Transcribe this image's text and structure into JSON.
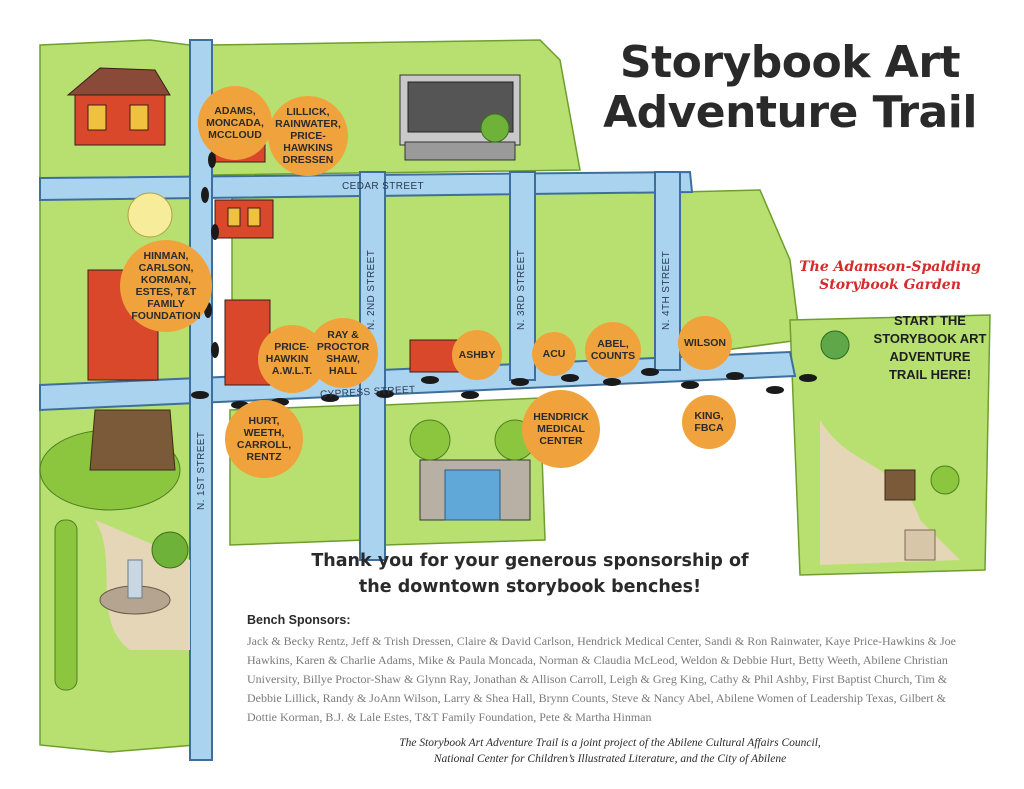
{
  "title": {
    "line1": "Storybook Art",
    "line2": "Adventure Trail"
  },
  "streets": {
    "cedar": "CEDAR STREET",
    "cypress": "CYPRESS STREET",
    "first": "N. 1ST STREET",
    "second": "N. 2ND STREET",
    "third": "N. 3RD STREET",
    "fourth": "N. 4TH STREET"
  },
  "benches": [
    {
      "id": "adams",
      "label": "ADAMS, MONCADA, MCCLOUD"
    },
    {
      "id": "lillick",
      "label": "LILLICK, RAINWATER, PRICE-HAWKINS DRESSEN"
    },
    {
      "id": "hinman",
      "label": "HINMAN, CARLSON, KORMAN, ESTES, T&T FAMILY FOUNDATION"
    },
    {
      "id": "pricehawkins",
      "label": "PRICE-HAWKINS, A.W.L.T."
    },
    {
      "id": "ray",
      "label": "RAY & PROCTOR SHAW, HALL"
    },
    {
      "id": "hurt",
      "label": "HURT, WEETH, CARROLL, RENTZ"
    },
    {
      "id": "ashby",
      "label": "ASHBY"
    },
    {
      "id": "acu",
      "label": "ACU"
    },
    {
      "id": "abel",
      "label": "ABEL, COUNTS"
    },
    {
      "id": "wilson",
      "label": "WILSON"
    },
    {
      "id": "hendrick",
      "label": "HENDRICK MEDICAL CENTER"
    },
    {
      "id": "king",
      "label": "KING, FBCA"
    }
  ],
  "garden": {
    "title_line1": "The Adamson-Spalding",
    "title_line2": "Storybook Garden",
    "start_text": "START THE STORYBOOK ART ADVENTURE TRAIL HERE!"
  },
  "thanks": {
    "line1": "Thank you for your generous sponsorship of",
    "line2": "the downtown storybook benches!"
  },
  "sponsors": {
    "heading": "Bench Sponsors:",
    "text": "Jack & Becky Rentz, Jeff & Trish Dressen, Claire & David Carlson, Hendrick Medical Center, Sandi & Ron Rainwater, Kaye Price-Hawkins & Joe Hawkins, Karen & Charlie Adams, Mike & Paula Moncada, Norman & Claudia McLeod, Weldon & Debbie Hurt, Betty Weeth, Abilene Christian University, Billye Proctor-Shaw & Glynn Ray, Jonathan & Allison Carroll, Leigh & Greg King, Cathy & Phil Ashby, First Baptist Church, Tim & Debbie Lillick, Randy & JoAnn Wilson, Larry & Shea Hall, Brynn Counts, Steve & Nancy Abel, Abilene Women of Leadership Texas, Gilbert & Dottie Korman, B.J. & Lale Estes, T&T Family Foundation, Pete & Martha Hinman"
  },
  "footer": {
    "line1": "The Storybook Art Adventure Trail is a joint project of the Abilene Cultural Affairs Council,",
    "line2": "National Center for Children’s Illustrated Literature, and the City of Abilene"
  },
  "colors": {
    "grass": "#b8e070",
    "grass_dark": "#8cc63f",
    "street": "#a9d3ee",
    "street_edge": "#3e6f9c",
    "circle": "#f0a33c",
    "building_red": "#d9482b",
    "garden_title": "#d42b2b"
  }
}
